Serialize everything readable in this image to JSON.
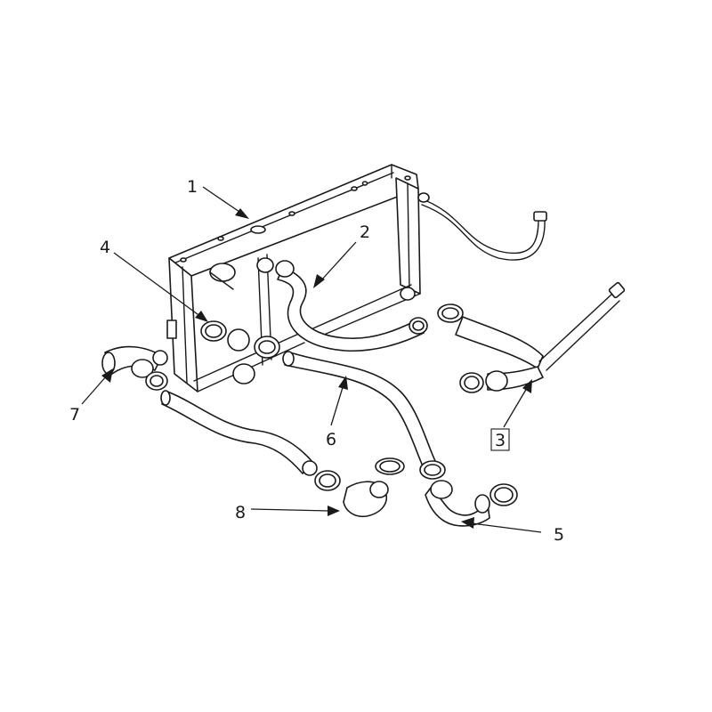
{
  "callouts": [
    {
      "id": "c1",
      "text": "1"
    },
    {
      "id": "c2",
      "text": "2"
    },
    {
      "id": "c3",
      "text": "3",
      "boxed": true
    },
    {
      "id": "c4",
      "text": "4"
    },
    {
      "id": "c5",
      "text": "5"
    },
    {
      "id": "c6",
      "text": "6"
    },
    {
      "id": "c7",
      "text": "7"
    },
    {
      "id": "c8",
      "text": "8"
    }
  ],
  "colors": {
    "ink": "#1a1a1a",
    "paper": "#ffffff"
  }
}
